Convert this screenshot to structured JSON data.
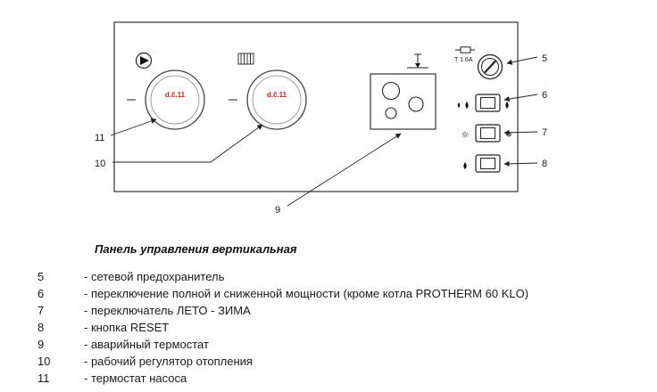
{
  "caption": "Панель управления вертикальная",
  "panel": {
    "knob_left_label": "d.č.11",
    "knob_right_label": "d.č.11",
    "fuse_rating": "T 1.6A"
  },
  "callouts": {
    "fuse": "5",
    "power_mode": "6",
    "summer_winter": "7",
    "reset": "8",
    "safety_thermostat": "9",
    "heating_regulator": "10",
    "pump_thermostat": "11"
  },
  "icons": {
    "sun": "☼",
    "snowflake": "❄"
  },
  "legend": {
    "items": [
      {
        "num": "5",
        "text": "- сетевой предохранитель"
      },
      {
        "num": "6",
        "text": "- переключение полной и сниженной мощности (кроме котла PROTHERM 60 KLO)"
      },
      {
        "num": "7",
        "text": "- переключатель ЛЕТО - ЗИМА"
      },
      {
        "num": "8",
        "text": "- кнопка RESET"
      },
      {
        "num": "9",
        "text": "- аварийный термостат"
      },
      {
        "num": "10",
        "text": "- рабочий регулятор отопления"
      },
      {
        "num": "11",
        "text": "- термостат насоса"
      }
    ]
  },
  "colors": {
    "knob_label": "#c02020",
    "line": "#222222"
  }
}
